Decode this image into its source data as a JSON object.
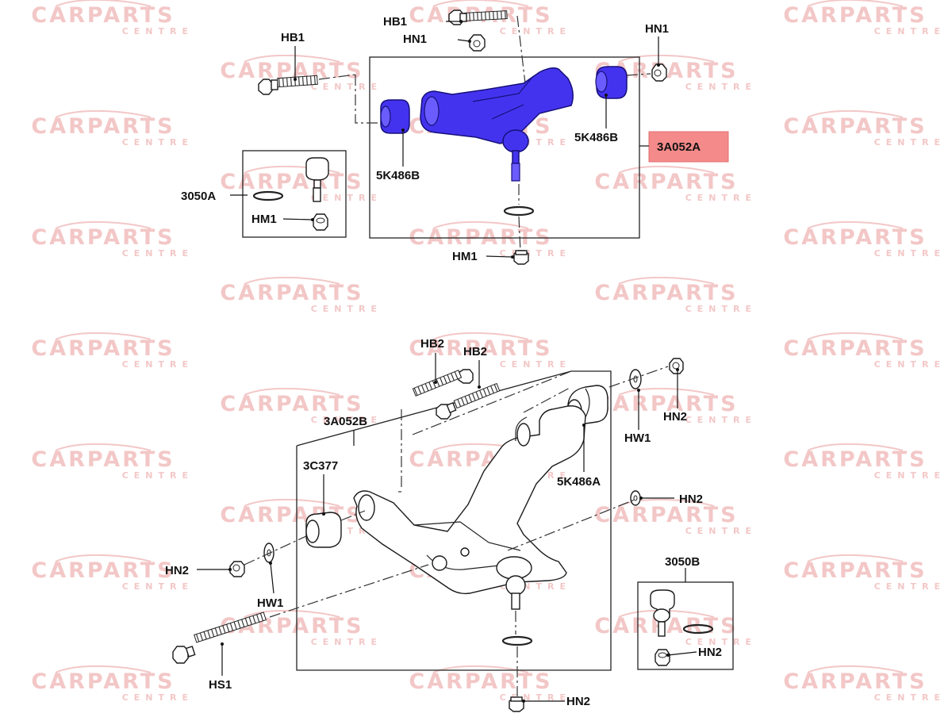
{
  "watermark": {
    "brand_main": "CARPARTS",
    "brand_sub": "CENTRE",
    "color": "#f3c7c7"
  },
  "highlight_color": "#f58a8a",
  "part_color": "#4433ee",
  "upper_arm": {
    "labels": {
      "hb1_top": "HB1",
      "hn1_top": "HN1",
      "hb1_left": "HB1",
      "hn1_right": "HN1",
      "bush_right": "5K486B",
      "bush_left": "5K486B",
      "arm": "3A052A",
      "ball_joint_kit": "3050A",
      "hm1_inset": "HM1",
      "hm1_bottom": "HM1"
    }
  },
  "lower_arm": {
    "labels": {
      "hb2_left": "HB2",
      "hb2_right": "HB2",
      "arm": "3A052B",
      "hn2_top_right": "HN2",
      "hw1_right": "HW1",
      "bush_rear": "5K486A",
      "bush_front": "3C377",
      "hn2_mid_right": "HN2",
      "hn2_left": "HN2",
      "hw1_left": "HW1",
      "bolt": "HS1",
      "hn2_bottom": "HN2",
      "ball_joint_kit": "3050B",
      "hn2_inset": "HN2"
    }
  }
}
